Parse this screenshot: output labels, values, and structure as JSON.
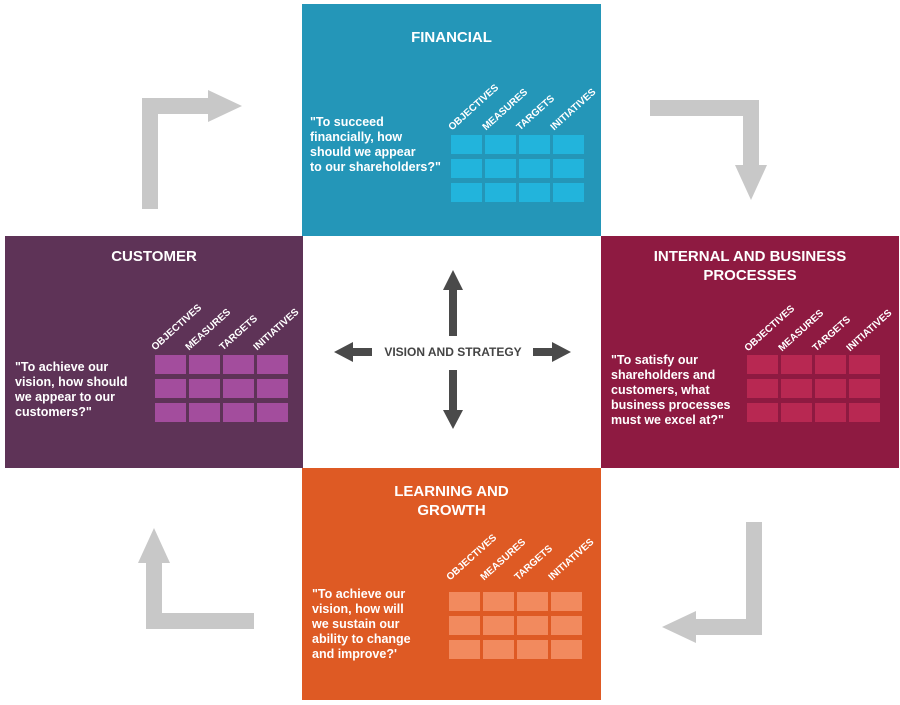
{
  "center": {
    "label": "VISION AND STRATEGY"
  },
  "columns": [
    "OBJECTIVES",
    "MEASURES",
    "TARGETS",
    "INITIATIVES"
  ],
  "panels": {
    "financial": {
      "title": "FINANCIAL",
      "quote": "\"To succeed\nfinancially, how\nshould we appear\nto our shareholders?\"",
      "color": "#2496b8",
      "cell_color": "#22b4dc"
    },
    "customer": {
      "title": "CUSTOMER",
      "quote": "\"To achieve our\nvision, how should\nwe appear to our\ncustomers?\"",
      "color": "#5e3357",
      "cell_color": "#a34d9d"
    },
    "internal": {
      "title": "INTERNAL AND BUSINESS\nPROCESSES",
      "quote": "\"To satisfy our\nshareholders and\ncustomers, what\nbusiness processes\nmust we excel at?\"",
      "color": "#8e1a41",
      "cell_color": "#b82852"
    },
    "learning": {
      "title": "LEARNING AND\nGROWTH",
      "quote": "\"To achieve our\nvision, how will\nwe sustain our\nability to change\nand improve?'",
      "color": "#de5a24",
      "cell_color": "#f28a5e"
    }
  },
  "colors": {
    "cycle_arrow": "#c8c8c8",
    "center_arrow": "#4a4a4a"
  }
}
